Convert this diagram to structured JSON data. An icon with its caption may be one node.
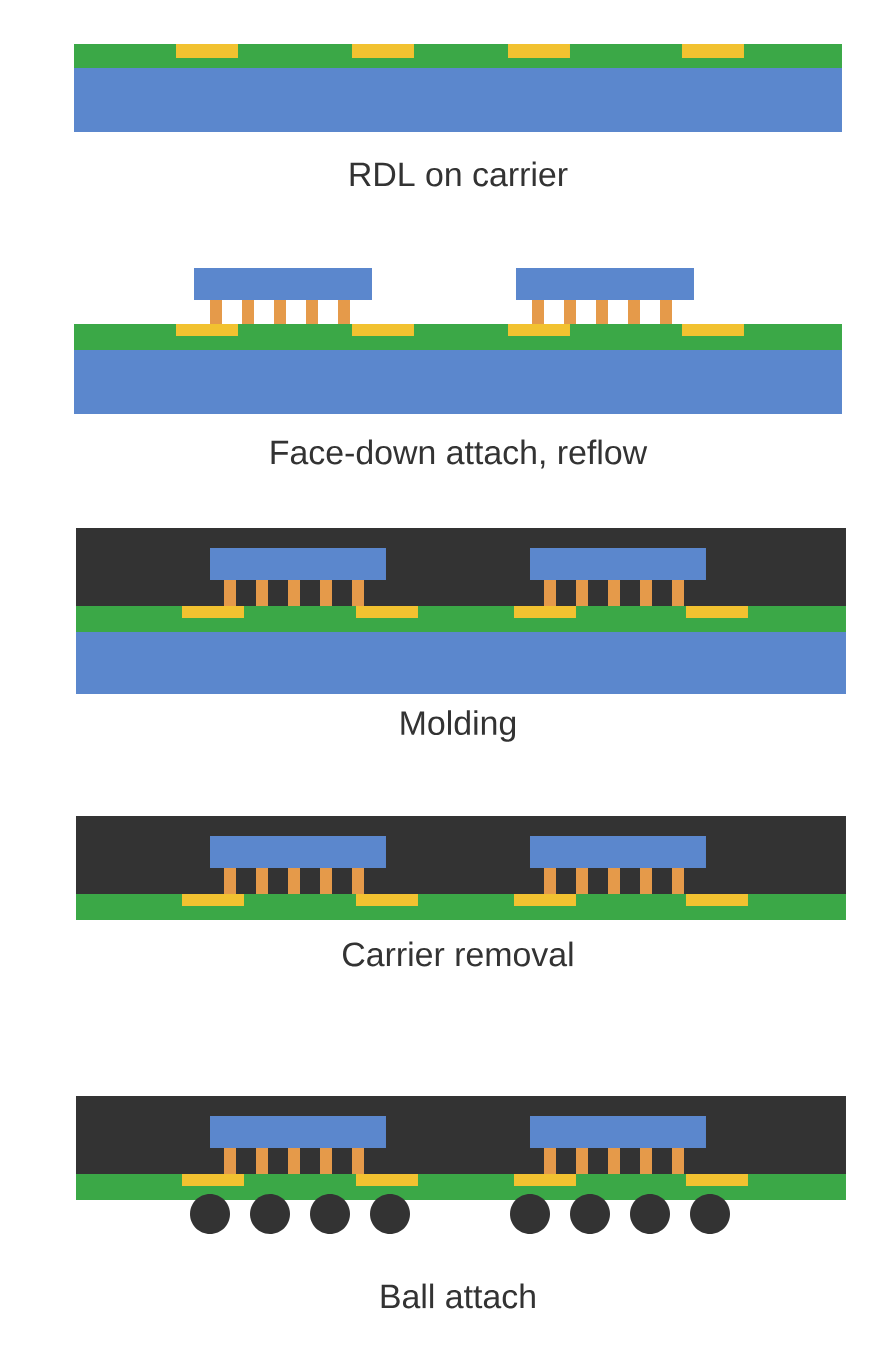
{
  "diagram": {
    "labels": [
      "RDL on carrier",
      "Face-down attach, reflow",
      "Molding",
      "Carrier removal",
      "Ball attach"
    ]
  }
}
